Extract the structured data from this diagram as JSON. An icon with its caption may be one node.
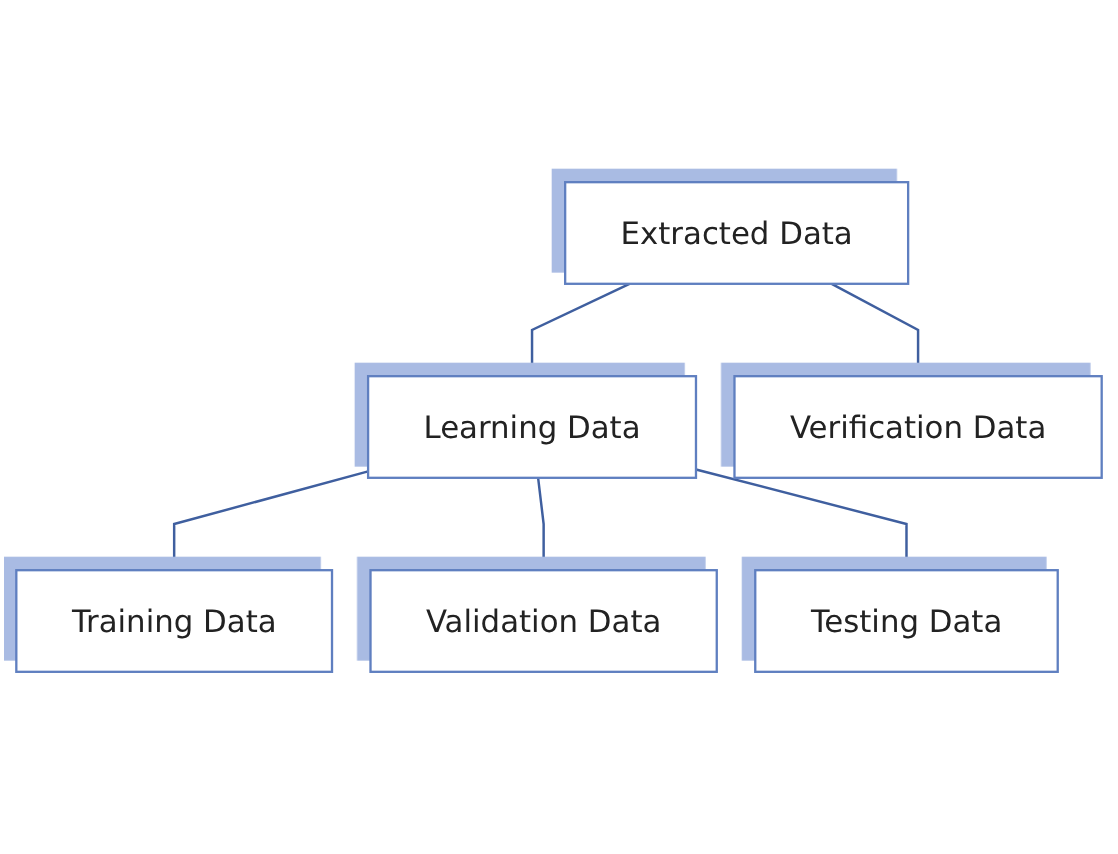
{
  "diagram": {
    "nodes": [
      {
        "text": [
          "Extracted Data"
        ]
      },
      {
        "text": [
          "Learning Data"
        ]
      },
      {
        "text": [
          "Verification Data"
        ]
      },
      {
        "text": [
          "Training Data"
        ]
      },
      {
        "text": [
          "Validation Data"
        ]
      },
      {
        "text": [
          "Testing Data"
        ]
      }
    ],
    "edges": [
      {
        "from": 0,
        "to": 1,
        "arrow": "none"
      },
      {
        "from": 0,
        "to": 2,
        "arrow": "none"
      },
      {
        "from": 1,
        "to": 3,
        "arrow": "none"
      },
      {
        "from": 1,
        "to": 4,
        "arrow": "none"
      },
      {
        "from": 1,
        "to": 5,
        "arrow": "none"
      }
    ]
  }
}
